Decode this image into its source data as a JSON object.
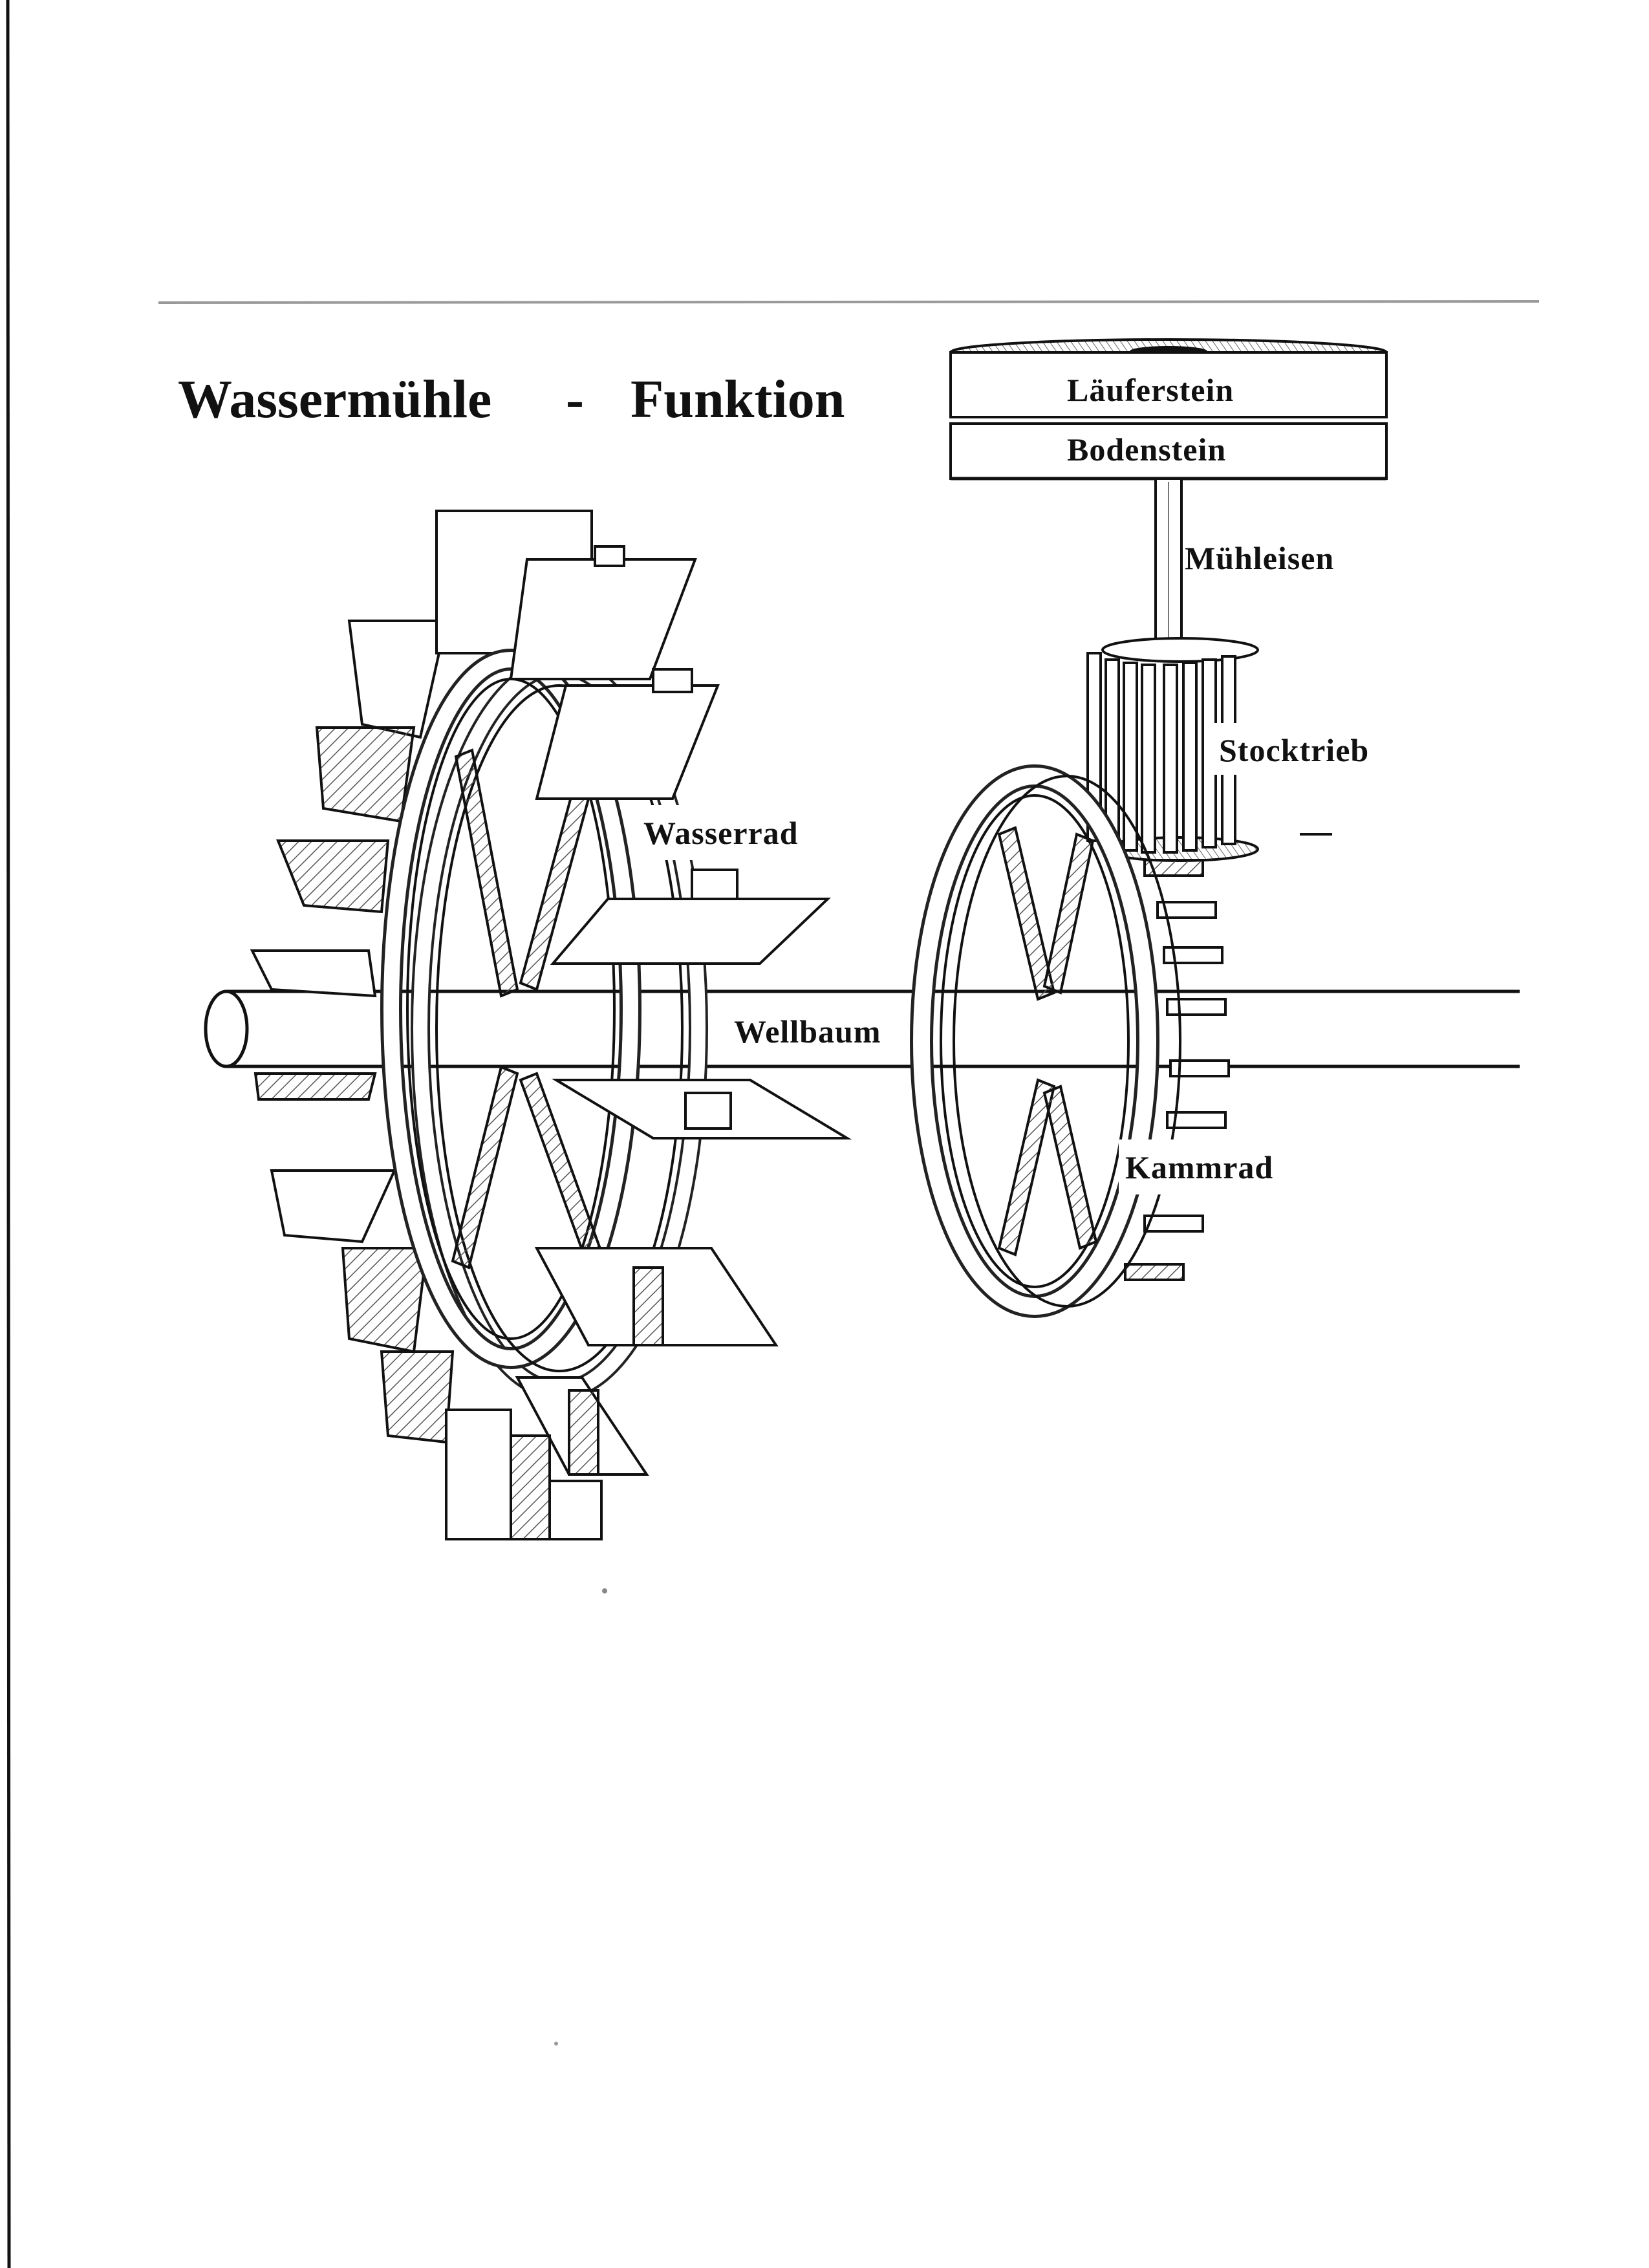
{
  "title": "Wassermühle - Funktion",
  "title_parts": {
    "left": "Wassermühle",
    "dash": "-",
    "right": "Funktion"
  },
  "labels": {
    "laeuferstein": "Läuferstein",
    "bodenstein": "Bodenstein",
    "muehleisen": "Mühleisen",
    "stocktrieb": "Stocktrieb",
    "wasserrad": "Wasserrad",
    "wellbaum": "Wellbaum",
    "kammrad": "Kammrad"
  },
  "colors": {
    "ink": "#111111",
    "paper": "#ffffff",
    "hatch": "#555555"
  }
}
